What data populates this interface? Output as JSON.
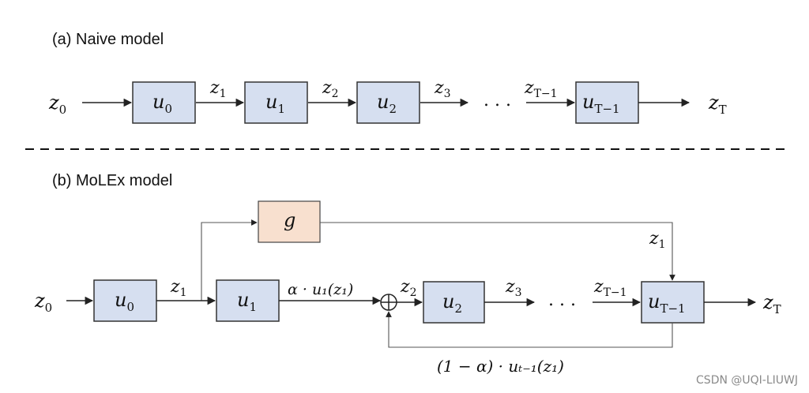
{
  "naive": {
    "caption": "(a) Naive model",
    "input": {
      "base": "z",
      "sub": "0"
    },
    "output": {
      "base": "z",
      "sub": "T"
    },
    "blocks": [
      {
        "base": "u",
        "sub": "0"
      },
      {
        "base": "u",
        "sub": "1"
      },
      {
        "base": "u",
        "sub": "2"
      },
      {
        "base": "u",
        "sub": "T−1"
      }
    ],
    "edges": [
      {
        "base": "z",
        "sub": "1"
      },
      {
        "base": "z",
        "sub": "2"
      },
      {
        "base": "z",
        "sub": "3"
      },
      {
        "base": "z",
        "sub": "T−1"
      }
    ],
    "ellipsis": ". . ."
  },
  "molex": {
    "caption": "(b) MoLEx model",
    "input": {
      "base": "z",
      "sub": "0"
    },
    "output": {
      "base": "z",
      "sub": "T"
    },
    "gate": {
      "base": "g"
    },
    "blocks": [
      {
        "base": "u",
        "sub": "0"
      },
      {
        "base": "u",
        "sub": "1"
      },
      {
        "base": "u",
        "sub": "2"
      },
      {
        "base": "u",
        "sub": "T−1"
      }
    ],
    "edges": [
      {
        "base": "z",
        "sub": "1"
      },
      {
        "base": "z",
        "sub": "2"
      },
      {
        "base": "z",
        "sub": "3"
      },
      {
        "base": "z",
        "sub": "T−1"
      }
    ],
    "gate_output": {
      "base": "z",
      "sub": "1"
    },
    "alpha_term": "α · u₁(z₁)",
    "feedback_term": "(1 − α) · uₜ₋₁(z₁)",
    "ellipsis": ". . ."
  },
  "watermark": "CSDN @UQI-LIUWJ"
}
